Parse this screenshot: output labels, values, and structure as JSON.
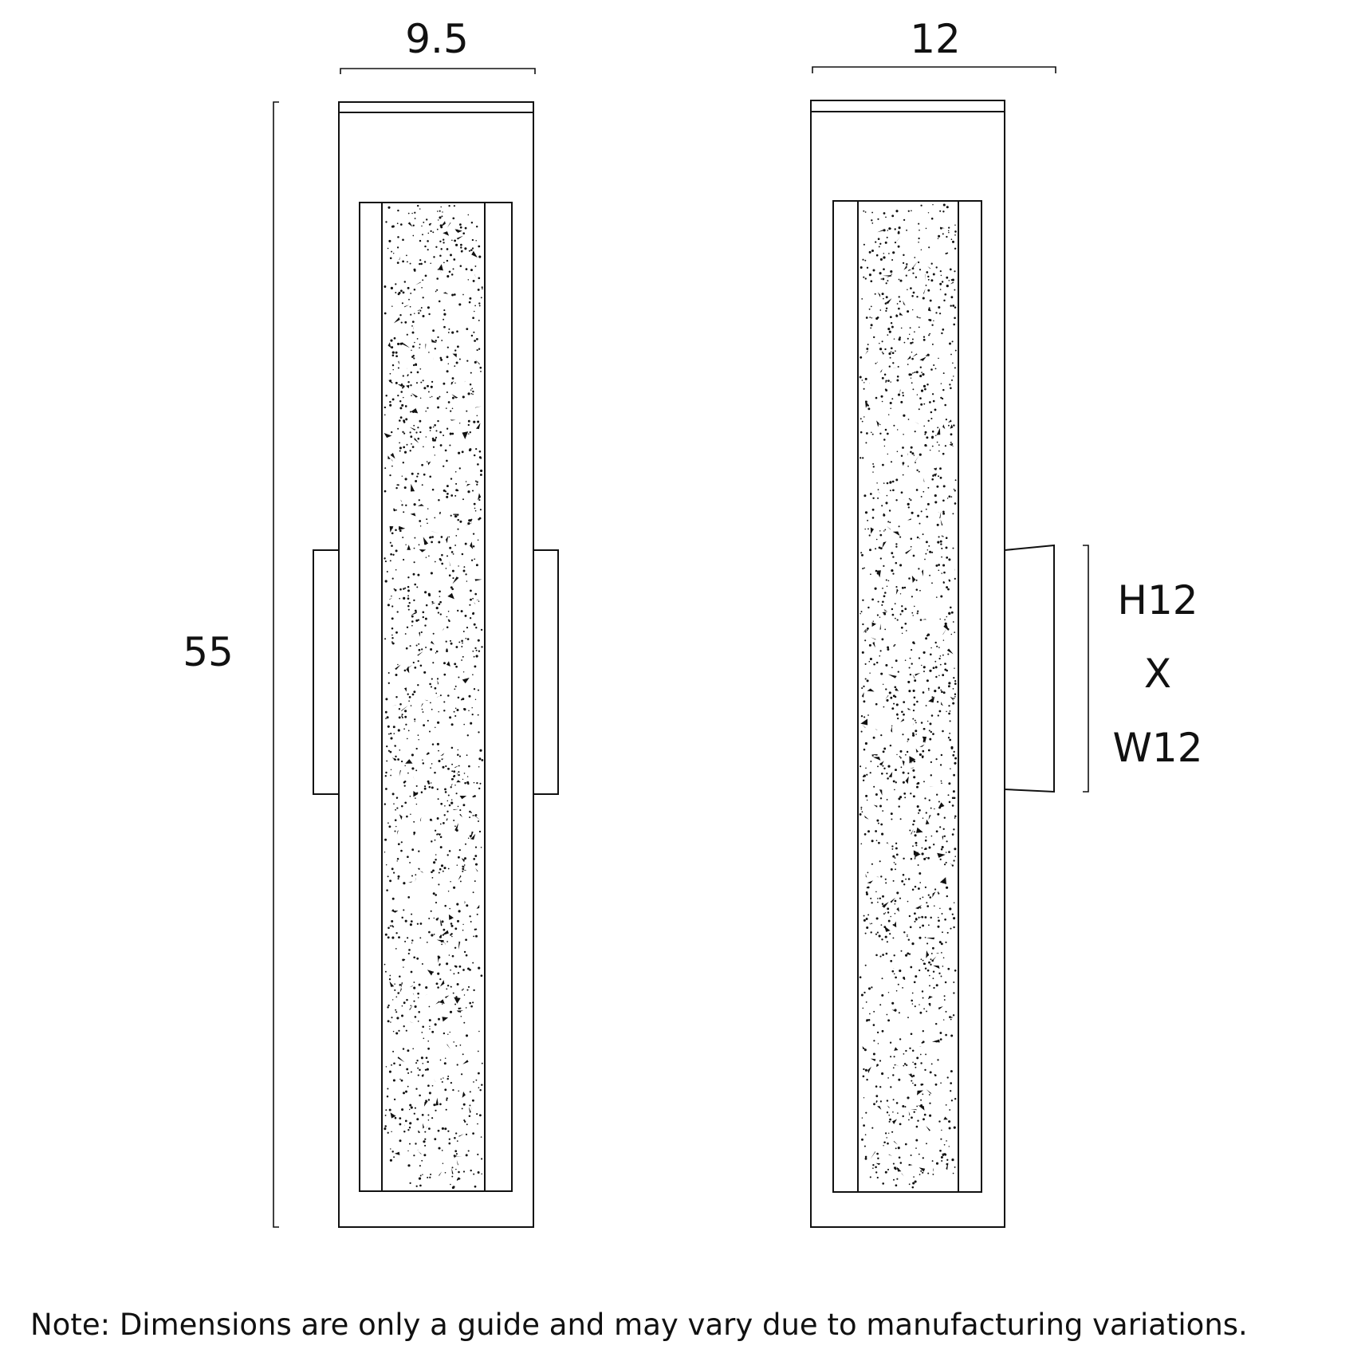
{
  "dimensions": {
    "front_width": "9.5",
    "side_width": "12",
    "height": "55",
    "base_h": "H12",
    "base_x": "X",
    "base_w": "W12"
  },
  "note": "Note: Dimensions are only a guide and may vary due to manufacturing variations.",
  "colors": {
    "line": "#111111",
    "background": "#ffffff"
  }
}
